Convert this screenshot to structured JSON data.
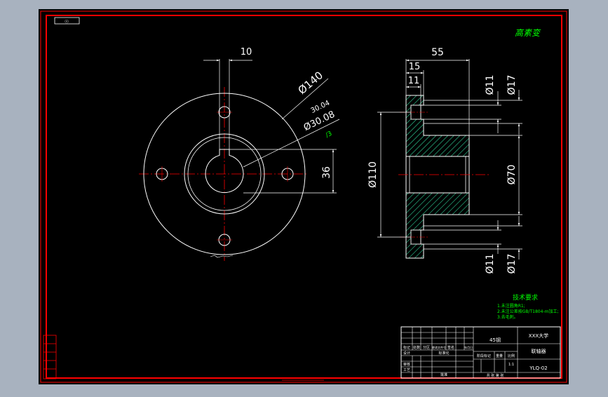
{
  "colors": {
    "window_bg": "#a8b2bf",
    "canvas_bg": "#000000",
    "border": "#ff0000",
    "line": "#ffffff",
    "hatch": "#2fd39a",
    "centerline": "#ff0000",
    "note": "#00ff00"
  },
  "top_left_box": "☉",
  "corner_label": "高素变",
  "dimensions": {
    "slot_width": "10",
    "outer_dia": "Ø140",
    "bore_upper": "30.04",
    "bore_dia": "Ø30.08",
    "bore_tol": "/3",
    "key_depth": "36",
    "length": "55",
    "flange_thk": "15",
    "counterbore_depth": "11",
    "hole_top_11": "Ø11",
    "hole_top_17": "Ø17",
    "flange_dia": "Ø110",
    "hub_dia": "Ø70",
    "hole_bot_11": "Ø11",
    "hole_bot_17": "Ø17"
  },
  "notes": {
    "title": "技术要求",
    "line1": "1.未注圆角R1;",
    "line2": "2.未注公差按GB/T1804-m加工;",
    "line3": "3.去毛刺。"
  },
  "title_block": {
    "school": "XXX大学",
    "material": "45钢",
    "part_name": "联轴器",
    "drawing_no": "YLQ-02",
    "scale": "1:1",
    "row_headers": [
      "标记",
      "处数",
      "分区",
      "更改文件号",
      "签名",
      "年月日"
    ],
    "design": "设计",
    "std": "标准化",
    "stage": "阶段标记",
    "weight": "重量",
    "ratio": "比例",
    "review": "审核",
    "process": "工艺",
    "approve": "批准",
    "sheets": "共 张 第 张"
  }
}
